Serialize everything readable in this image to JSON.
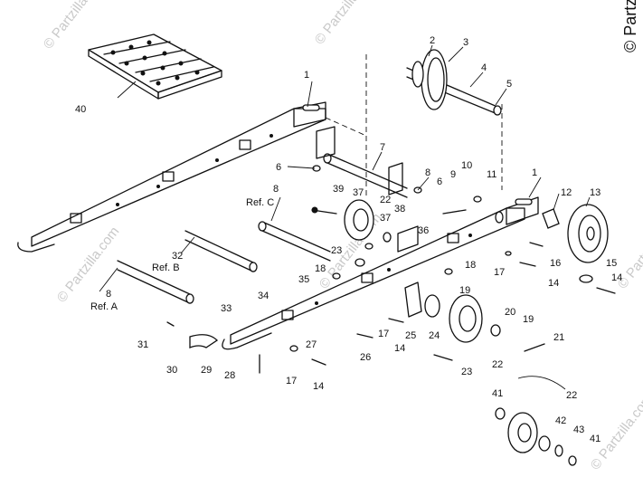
{
  "watermarks": [
    "© Partzilla.com",
    "© Partzilla.com",
    "© Partzilla.com",
    "© Partzilla.com",
    "© Partzilla.com",
    "© Partzilla.com"
  ],
  "watermark_corner": "© Partzilla",
  "callouts": [
    {
      "id": "c1a",
      "text": "1"
    },
    {
      "id": "c1b",
      "text": "1"
    },
    {
      "id": "c2",
      "text": "2"
    },
    {
      "id": "c3",
      "text": "3"
    },
    {
      "id": "c4",
      "text": "4"
    },
    {
      "id": "c5",
      "text": "5"
    },
    {
      "id": "c6a",
      "text": "6"
    },
    {
      "id": "c6b",
      "text": "6"
    },
    {
      "id": "c7",
      "text": "7"
    },
    {
      "id": "c8a",
      "text": "8"
    },
    {
      "id": "c8b",
      "text": "8"
    },
    {
      "id": "c8c",
      "text": "8"
    },
    {
      "id": "c9",
      "text": "9"
    },
    {
      "id": "c10",
      "text": "10"
    },
    {
      "id": "c11",
      "text": "11"
    },
    {
      "id": "c12",
      "text": "12"
    },
    {
      "id": "c13",
      "text": "13"
    },
    {
      "id": "c14a",
      "text": "14"
    },
    {
      "id": "c14b",
      "text": "14"
    },
    {
      "id": "c14c",
      "text": "14"
    },
    {
      "id": "c14d",
      "text": "14"
    },
    {
      "id": "c15",
      "text": "15"
    },
    {
      "id": "c16",
      "text": "16"
    },
    {
      "id": "c17a",
      "text": "17"
    },
    {
      "id": "c17b",
      "text": "17"
    },
    {
      "id": "c17c",
      "text": "17"
    },
    {
      "id": "c18a",
      "text": "18"
    },
    {
      "id": "c18b",
      "text": "18"
    },
    {
      "id": "c19a",
      "text": "19"
    },
    {
      "id": "c19b",
      "text": "19"
    },
    {
      "id": "c20",
      "text": "20"
    },
    {
      "id": "c21",
      "text": "21"
    },
    {
      "id": "c22a",
      "text": "22"
    },
    {
      "id": "c22b",
      "text": "22"
    },
    {
      "id": "c22c",
      "text": "22"
    },
    {
      "id": "c23a",
      "text": "23"
    },
    {
      "id": "c23b",
      "text": "23"
    },
    {
      "id": "c24",
      "text": "24"
    },
    {
      "id": "c25",
      "text": "25"
    },
    {
      "id": "c26",
      "text": "26"
    },
    {
      "id": "c27",
      "text": "27"
    },
    {
      "id": "c28",
      "text": "28"
    },
    {
      "id": "c29",
      "text": "29"
    },
    {
      "id": "c30",
      "text": "30"
    },
    {
      "id": "c31",
      "text": "31"
    },
    {
      "id": "c32",
      "text": "32"
    },
    {
      "id": "c33",
      "text": "33"
    },
    {
      "id": "c34",
      "text": "34"
    },
    {
      "id": "c35",
      "text": "35"
    },
    {
      "id": "c36",
      "text": "36"
    },
    {
      "id": "c37a",
      "text": "37"
    },
    {
      "id": "c37b",
      "text": "37"
    },
    {
      "id": "c38",
      "text": "38"
    },
    {
      "id": "c39",
      "text": "39"
    },
    {
      "id": "c40",
      "text": "40"
    },
    {
      "id": "c41a",
      "text": "41"
    },
    {
      "id": "c41b",
      "text": "41"
    },
    {
      "id": "c42",
      "text": "42"
    },
    {
      "id": "c43",
      "text": "43"
    }
  ],
  "references": {
    "ref_a": "Ref. A",
    "ref_b": "Ref. B",
    "ref_c": "Ref. C"
  }
}
